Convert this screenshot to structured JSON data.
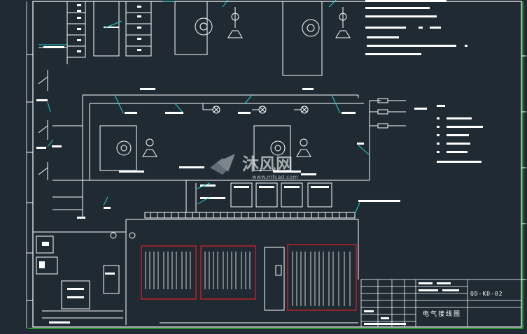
{
  "drawing": {
    "title": "电气接线图",
    "drawing_number": "QD-KD-02",
    "watermark_cn": "沐风网",
    "watermark_url": "www.mfcad.com"
  },
  "colors": {
    "background": "#1f2a33",
    "line": "#ffffff",
    "cyan": "#2ad4d4",
    "red": "#e0202a",
    "green": "#27d527"
  }
}
